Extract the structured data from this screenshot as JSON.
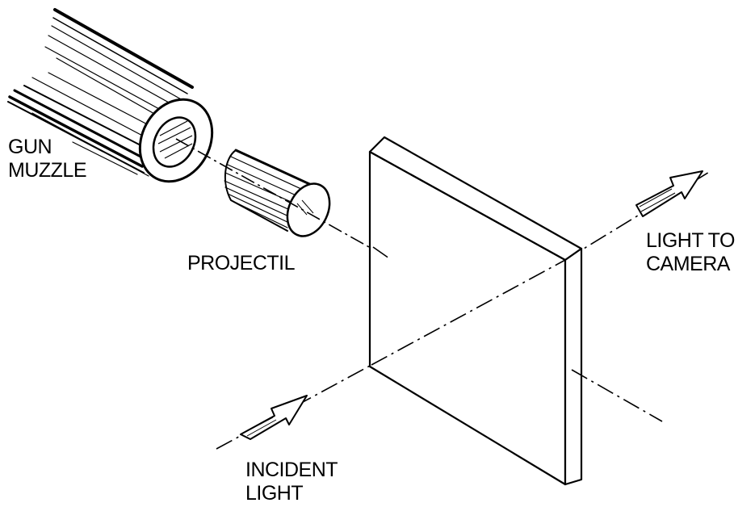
{
  "labels": {
    "gun_muzzle": [
      "GUN",
      "MUZZLE"
    ],
    "projectile": "PROJECTIL",
    "light_to_camera": [
      "LIGHT TO",
      "CAMERA"
    ],
    "incident_light": [
      "INCIDENT",
      "LIGHT"
    ]
  },
  "colors": {
    "ink": "#000000",
    "paper": "#ffffff"
  }
}
